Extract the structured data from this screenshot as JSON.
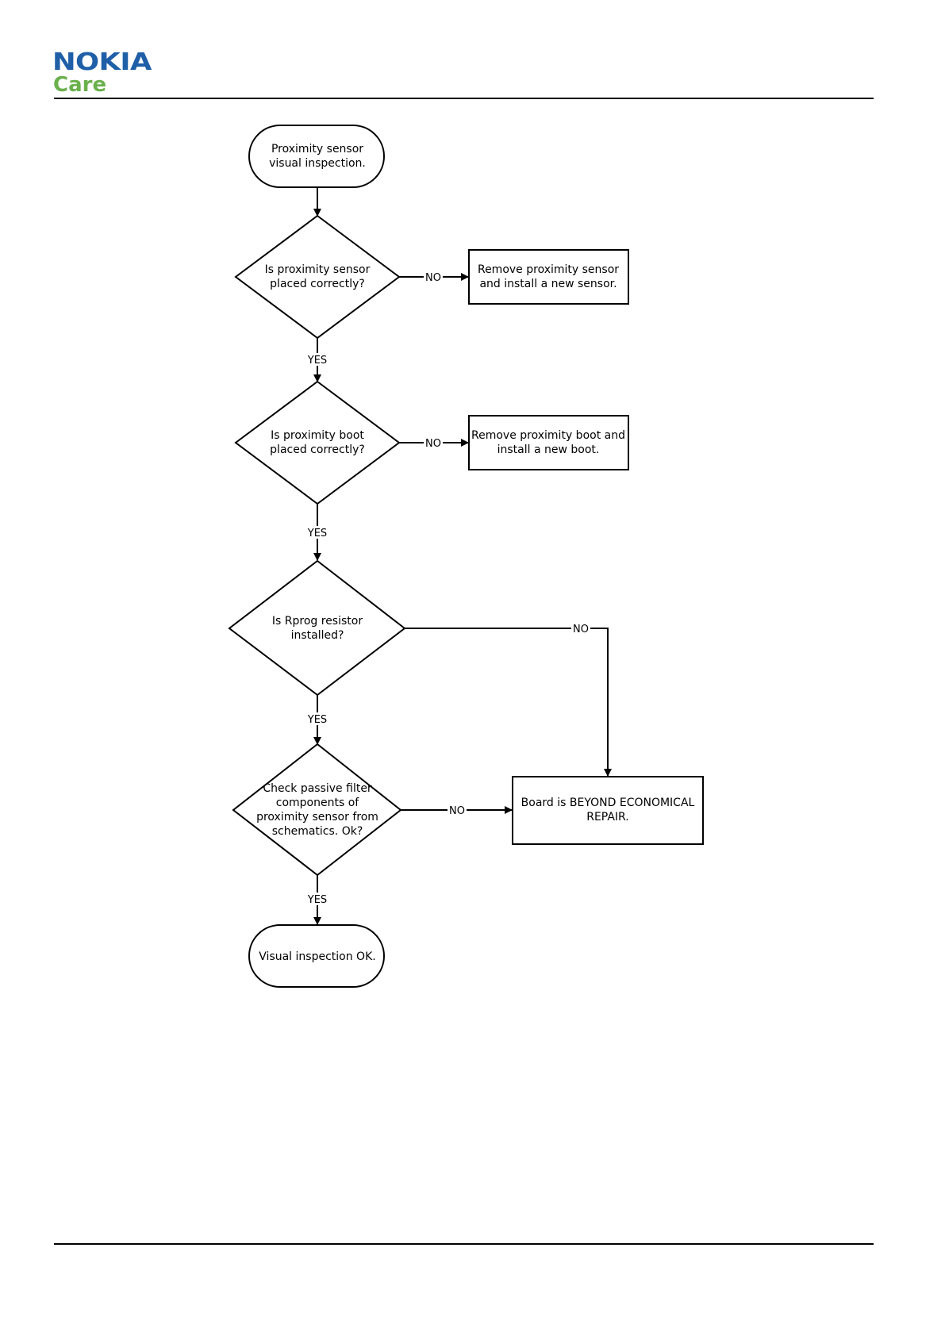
{
  "header": {
    "brand": "NOKIA",
    "sub_brand": "Care",
    "brand_color": "#1f5fa8",
    "sub_brand_color": "#6ab04c"
  },
  "flowchart": {
    "start": [
      "Proximity sensor",
      "visual inspection."
    ],
    "decision_sensor": [
      "Is proximity sensor",
      "placed correctly?"
    ],
    "action_sensor": [
      "Remove proximity sensor",
      "and install a new sensor."
    ],
    "decision_boot": [
      "Is proximity boot",
      "placed correctly?"
    ],
    "action_boot": [
      "Remove proximity boot and",
      "install a new boot."
    ],
    "decision_rprog": [
      "Is Rprog resistor",
      "installed?"
    ],
    "decision_filter": [
      "Check passive filter",
      "components of",
      "proximity sensor from",
      "schematics. Ok?"
    ],
    "action_ber": [
      "Board is BEYOND ECONOMICAL",
      "REPAIR."
    ],
    "end": [
      "Visual inspection OK."
    ],
    "yes_label": "YES",
    "no_label": "NO"
  }
}
